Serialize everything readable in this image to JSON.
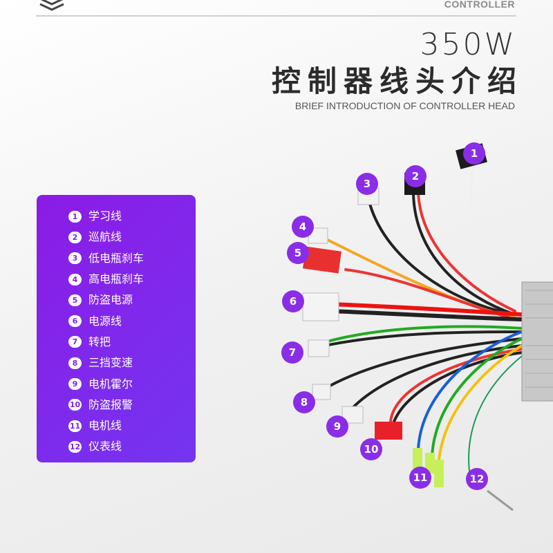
{
  "header": {
    "brand": "CONTROLLER",
    "power": "350W",
    "title": "控制器线头介绍",
    "subtitle": "BRIEF INTRODUCTION OF CONTROLLER HEAD"
  },
  "legend": [
    {
      "num": "1",
      "label": "学习线"
    },
    {
      "num": "2",
      "label": "巡航线"
    },
    {
      "num": "3",
      "label": "低电瓶刹车"
    },
    {
      "num": "4",
      "label": "高电瓶刹车"
    },
    {
      "num": "5",
      "label": "防盗电源"
    },
    {
      "num": "6",
      "label": "电源线"
    },
    {
      "num": "7",
      "label": "转把"
    },
    {
      "num": "8",
      "label": "三挡变速"
    },
    {
      "num": "9",
      "label": "电机霍尔"
    },
    {
      "num": "10",
      "label": "防盗报警"
    },
    {
      "num": "11",
      "label": "电机线"
    },
    {
      "num": "12",
      "label": "仪表线"
    }
  ],
  "accent": "#8a2de6"
}
